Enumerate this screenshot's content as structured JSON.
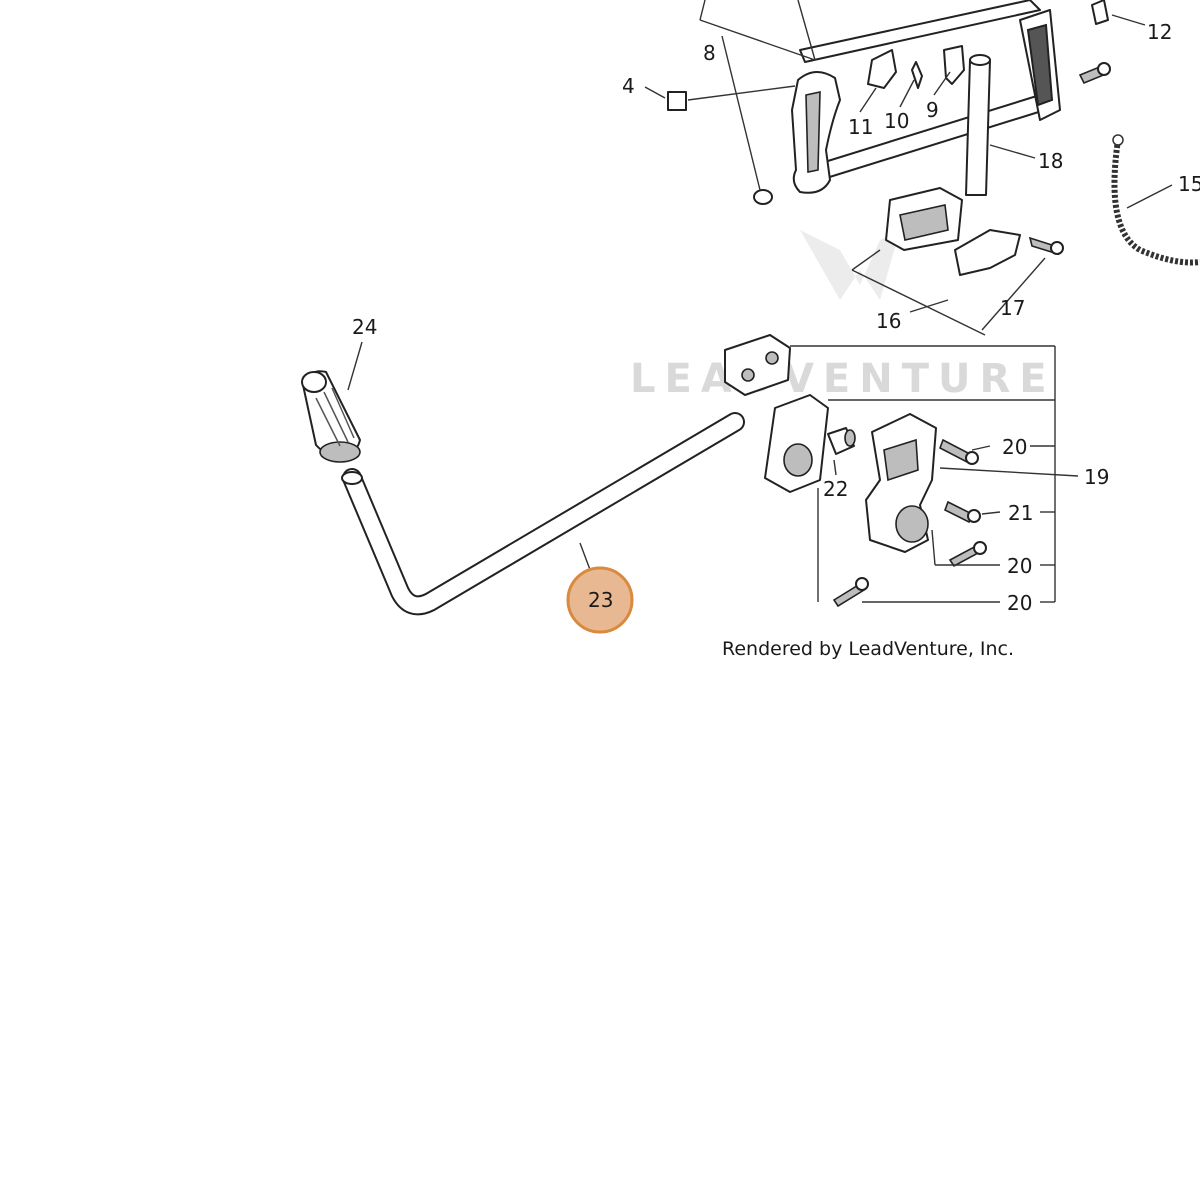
{
  "diagram": {
    "credit": "Rendered by LeadVenture, Inc.",
    "watermark": "LEADVENTURE",
    "highlight_color": "#e8b892",
    "highlight_ring_color": "#d98a3f",
    "highlighted_part": "23",
    "callouts": {
      "c4": "4",
      "c8": "8",
      "c9": "9",
      "c10": "10",
      "c11": "11",
      "c12": "12",
      "c15": "15",
      "c16": "16",
      "c17": "17",
      "c18": "18",
      "c19": "19",
      "c20a": "20",
      "c20b": "20",
      "c20c": "20",
      "c21": "21",
      "c22": "22",
      "c23": "23",
      "c24": "24"
    }
  }
}
